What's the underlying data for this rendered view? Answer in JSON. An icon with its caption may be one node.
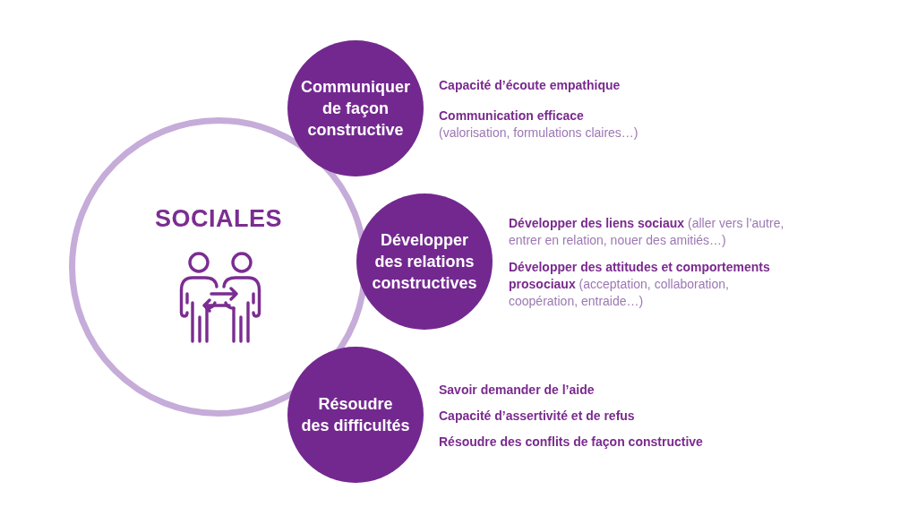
{
  "diagram": {
    "nodes": [
      {
        "text": [
          "SOCIALES"
        ]
      },
      {
        "text": [
          "Communiquer de façon constructive"
        ],
        "beside": [
          "Capacité d’écoute empathique",
          "**Communication efficace** (valorisation, formulations claires…)"
        ]
      },
      {
        "text": [
          "Développer des relations constructives"
        ],
        "beside": [
          "**Développer des liens sociaux** (aller vers l’autre, entrer en relation, nouer des amitiés…)",
          "**Développer des attitudes et comportements prosociaux** (acceptation, collaboration, coopération, entraide…)"
        ]
      },
      {
        "text": [
          "Résoudre des difficultés"
        ],
        "beside": [
          "Savoir demander de l’aide",
          "Capacité d’assertivité et de refus",
          "Résoudre des conflits de façon constructive"
        ]
      }
    ]
  }
}
